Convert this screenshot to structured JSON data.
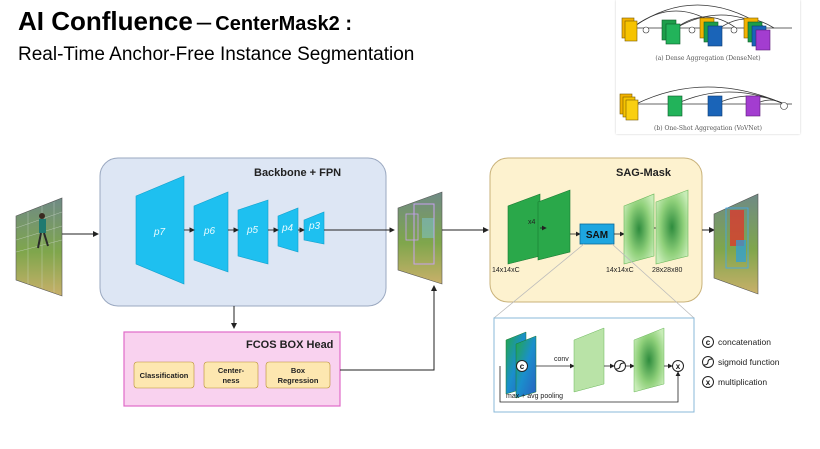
{
  "slide": {
    "title_prefix": "AI Confluence",
    "title_dash": "–",
    "title_model": "CenterMask2 :",
    "subtitle": "Real-Time Anchor-Free Instance Segmentation"
  },
  "inset": {
    "caption_a": "(a) Dense Aggregation (DenseNet)",
    "caption_b": "(b) One-Shot Aggregation (VoVNet)"
  },
  "backbone": {
    "title": "Backbone + FPN",
    "levels": [
      "p7",
      "p6",
      "p5",
      "p4",
      "p3"
    ]
  },
  "sag_mask": {
    "title": "SAG-Mask",
    "label_in": "14x14xC",
    "label_x4": "x4",
    "sam_label": "SAM",
    "label_mid": "14x14xC",
    "label_out": "28x28x80"
  },
  "fcos_head": {
    "title": "FCOS BOX Head",
    "buttons": [
      "Classification",
      "Center-\nness",
      "Box\nRegression"
    ]
  },
  "sam_detail": {
    "conv_label": "conv",
    "pool_label": "max + avg pooling"
  },
  "legend": [
    {
      "symbol": "c",
      "label": "concatenation"
    },
    {
      "symbol": "s",
      "label": "sigmoid function"
    },
    {
      "symbol": "x",
      "label": "multiplication"
    }
  ],
  "colors": {
    "backbone_fill": "#dde6f4",
    "fpn_cyan": "#1ec0f0",
    "sag_fill": "#fdf2cf",
    "head_fill": "#f9d2ef",
    "head_border": "#e06ac8",
    "button_fill": "#fde7b0",
    "green_dark": "#2aa84a",
    "green_light": "#b9e3a7",
    "sam_blue": "#1ea6e0"
  }
}
